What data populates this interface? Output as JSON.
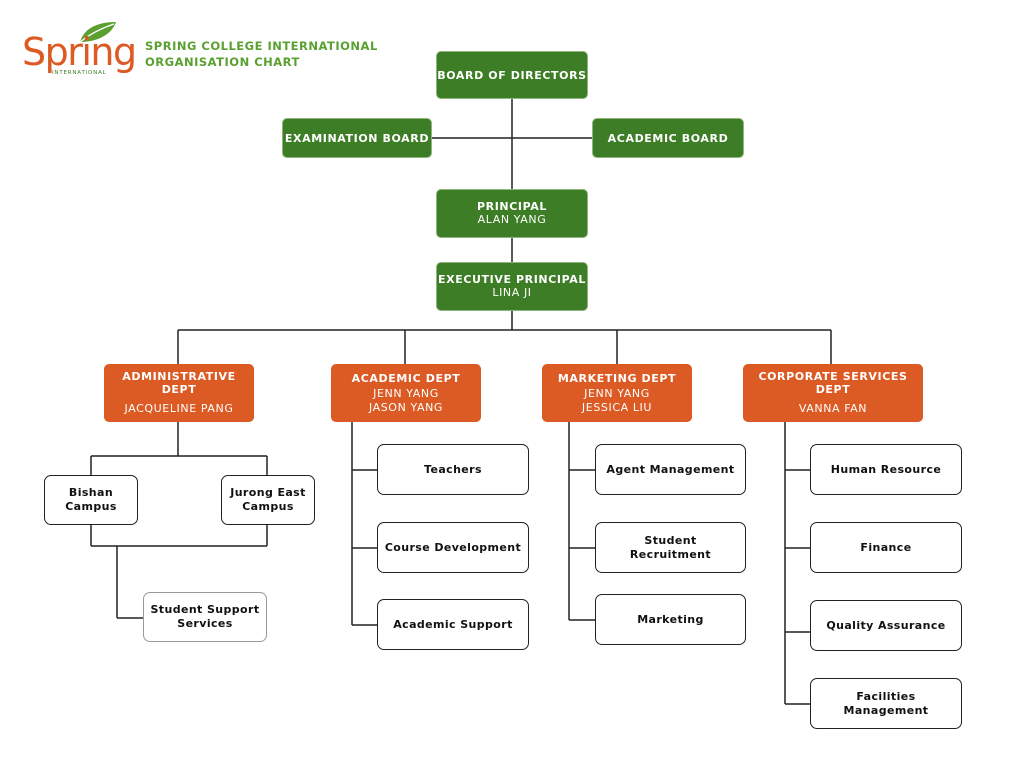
{
  "logo": {
    "word": "Spring",
    "sub": "INTERNATIONAL",
    "leaf_icon": "leaf-icon"
  },
  "header": {
    "line1": "SPRING COLLEGE INTERNATIONAL",
    "line2": "ORGANISATION CHART"
  },
  "colors": {
    "green": "#3d7d26",
    "orange": "#dc5a23",
    "title_green": "#5aa030",
    "line": "#222222"
  },
  "top": {
    "board": "BOARD OF DIRECTORS",
    "exam_board": "EXAMINATION BOARD",
    "academic_board": "ACADEMIC BOARD",
    "principal": {
      "title": "PRINCIPAL",
      "name": "ALAN YANG"
    },
    "exec_principal": {
      "title": "EXECUTIVE PRINCIPAL",
      "name": "LINA JI"
    }
  },
  "departments": [
    {
      "title": "ADMINISTRATIVE DEPT",
      "names": [
        "JACQUELINE PANG"
      ]
    },
    {
      "title": "ACADEMIC DEPT",
      "names": [
        "JENN YANG",
        "JASON YANG"
      ]
    },
    {
      "title": "MARKETING DEPT",
      "names": [
        "JENN YANG",
        "JESSICA LIU"
      ]
    },
    {
      "title": "CORPORATE SERVICES DEPT",
      "names": [
        "VANNA FAN"
      ]
    }
  ],
  "admin": {
    "bishan": "Bishan Campus",
    "jurong": "Jurong East Campus",
    "student_support": "Student Support Services"
  },
  "academic_units": [
    "Teachers",
    "Course Development",
    "Academic Support"
  ],
  "marketing_units": [
    "Agent Management",
    "Student Recruitment",
    "Marketing"
  ],
  "corporate_units": [
    "Human Resource",
    "Finance",
    "Quality Assurance",
    "Facilities Management"
  ]
}
